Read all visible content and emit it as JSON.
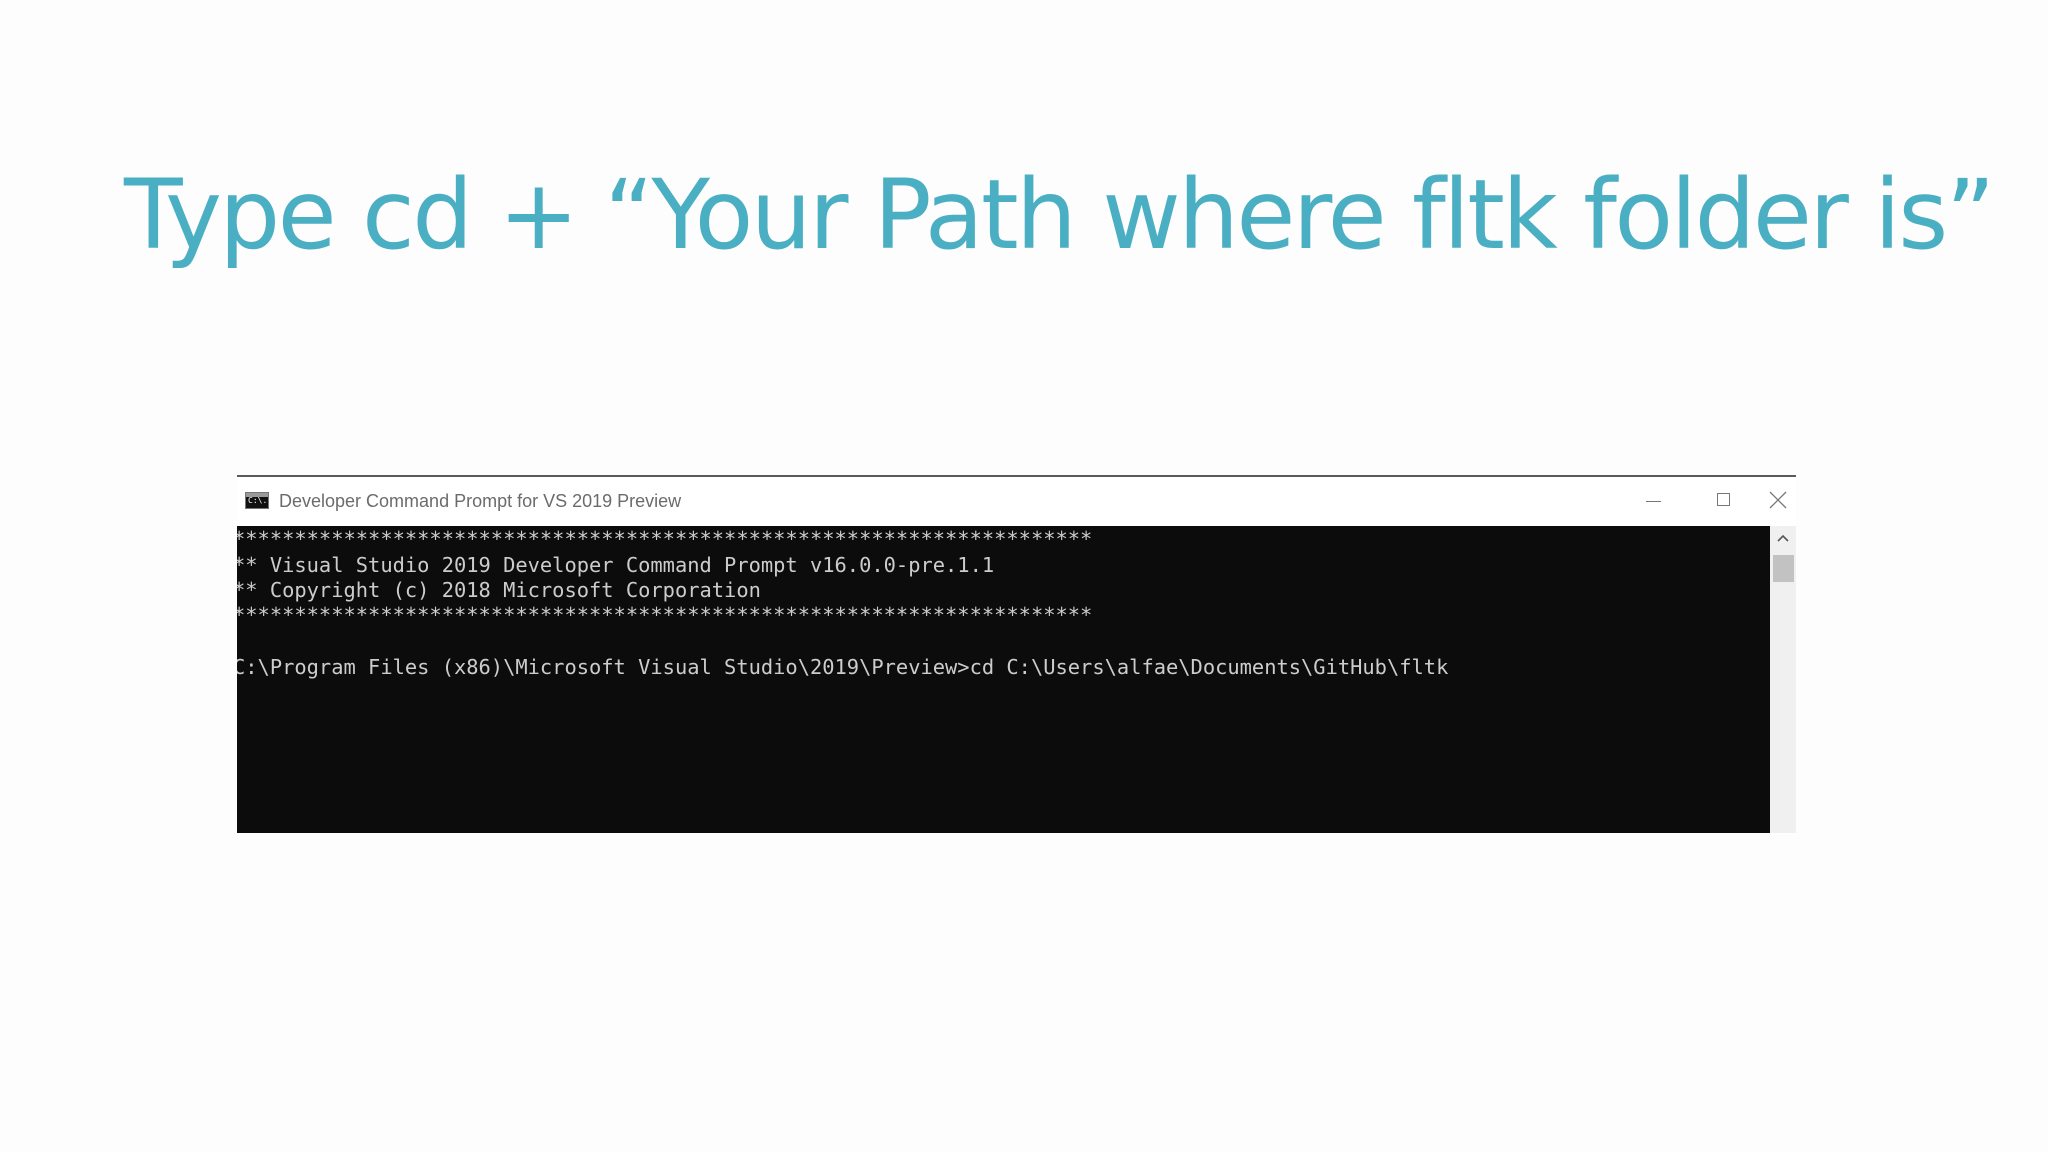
{
  "slide": {
    "title": "Type cd + “Your Path where fltk folder is”"
  },
  "window": {
    "title": "Developer Command Prompt for VS 2019 Preview",
    "icon": "cmd-app-icon",
    "icon_text": "C:\\."
  },
  "console": {
    "lines": [
      "**********************************************************************",
      "** Visual Studio 2019 Developer Command Prompt v16.0.0-pre.1.1",
      "** Copyright (c) 2018 Microsoft Corporation",
      "**********************************************************************",
      "C:\\Program Files (x86)\\Microsoft Visual Studio\\2019\\Preview>cd C:\\Users\\alfae\\Documents\\GitHub\\fltk"
    ]
  },
  "colors": {
    "title_accent": "#4bafc3",
    "console_background": "#0c0c0c",
    "console_text": "#cccccc"
  }
}
